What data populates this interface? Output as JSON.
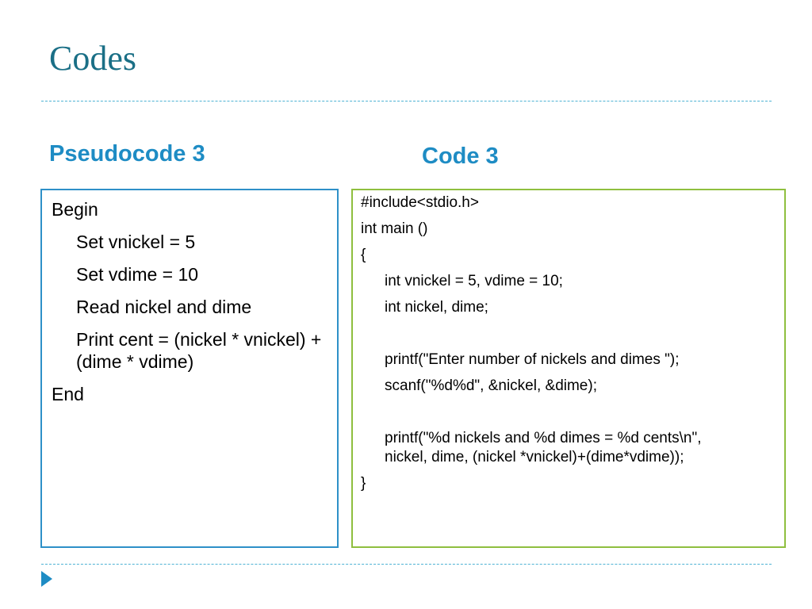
{
  "slide": {
    "title": "Codes"
  },
  "left_column": {
    "heading": "Pseudocode 3",
    "lines": [
      {
        "text": "Begin",
        "indent": false
      },
      {
        "text": "Set vnickel = 5",
        "indent": true
      },
      {
        "text": "Set vdime = 10",
        "indent": true
      },
      {
        "text": "Read nickel and dime",
        "indent": true
      },
      {
        "text": "Print cent = (nickel * vnickel) + (dime * vdime)",
        "indent": true
      },
      {
        "text": "End",
        "indent": false
      }
    ]
  },
  "right_column": {
    "heading": "Code 3",
    "lines": [
      {
        "text": "#include<stdio.h>",
        "indent": false
      },
      {
        "text": "int main ()",
        "indent": false
      },
      {
        "text": "{",
        "indent": false
      },
      {
        "text": "int vnickel = 5, vdime = 10;",
        "indent": true
      },
      {
        "text": "int nickel, dime;",
        "indent": true
      },
      {
        "text": "",
        "indent": true
      },
      {
        "text": "printf(\"Enter number of nickels and dimes \");",
        "indent": true
      },
      {
        "text": "scanf(\"%d%d\", &nickel, &dime);",
        "indent": true
      },
      {
        "text": "",
        "indent": true
      },
      {
        "text": "printf(\"%d nickels and %d dimes = %d cents\\n\",",
        "indent": true
      },
      {
        "text": "nickel, dime, (nickel *vnickel)+(dime*vdime));",
        "indent": true
      },
      {
        "text": "}",
        "indent": false
      }
    ]
  },
  "colors": {
    "title": "#1a6f86",
    "heading": "#1e8cc4",
    "pseudo_border": "#2e90c8",
    "code_border": "#8fbf3f",
    "divider": "#4fb3d4"
  },
  "icons": {
    "footer_bullet": "triangle-right-icon"
  }
}
